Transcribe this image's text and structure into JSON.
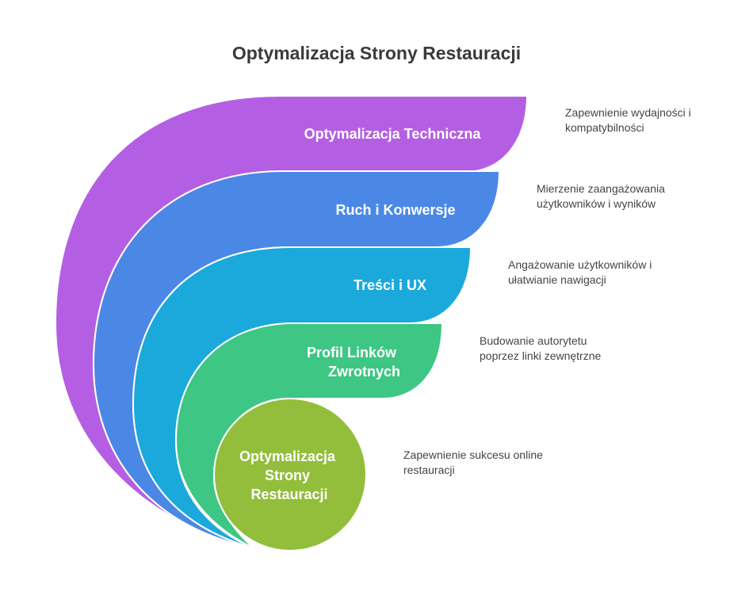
{
  "title": "Optymalizacja Strony Restauracji",
  "colors": {
    "purple": "#B45FE3",
    "blue": "#4B88E6",
    "cyan": "#1BA9DB",
    "green": "#3EC684",
    "lime": "#92BE3C"
  },
  "layers": [
    {
      "label_lines": [
        "Optymalizacja Techniczna"
      ],
      "description_lines": [
        "Zapewnienie wydajności i",
        "kompatybilności"
      ]
    },
    {
      "label_lines": [
        "Ruch i Konwersje"
      ],
      "description_lines": [
        "Mierzenie zaangażowania",
        "użytkowników i wyników"
      ]
    },
    {
      "label_lines": [
        "Treści i UX"
      ],
      "description_lines": [
        "Angażowanie użytkowników i",
        "ułatwianie nawigacji"
      ]
    },
    {
      "label_lines": [
        "Profil Linków",
        "Zwrotnych"
      ],
      "description_lines": [
        "Budowanie autorytetu",
        "poprzez linki zewnętrzne"
      ]
    },
    {
      "label_lines": [
        "Optymalizacja",
        "Strony",
        "Restauracji"
      ],
      "description_lines": [
        "Zapewnienie sukcesu online",
        "restauracji"
      ]
    }
  ]
}
